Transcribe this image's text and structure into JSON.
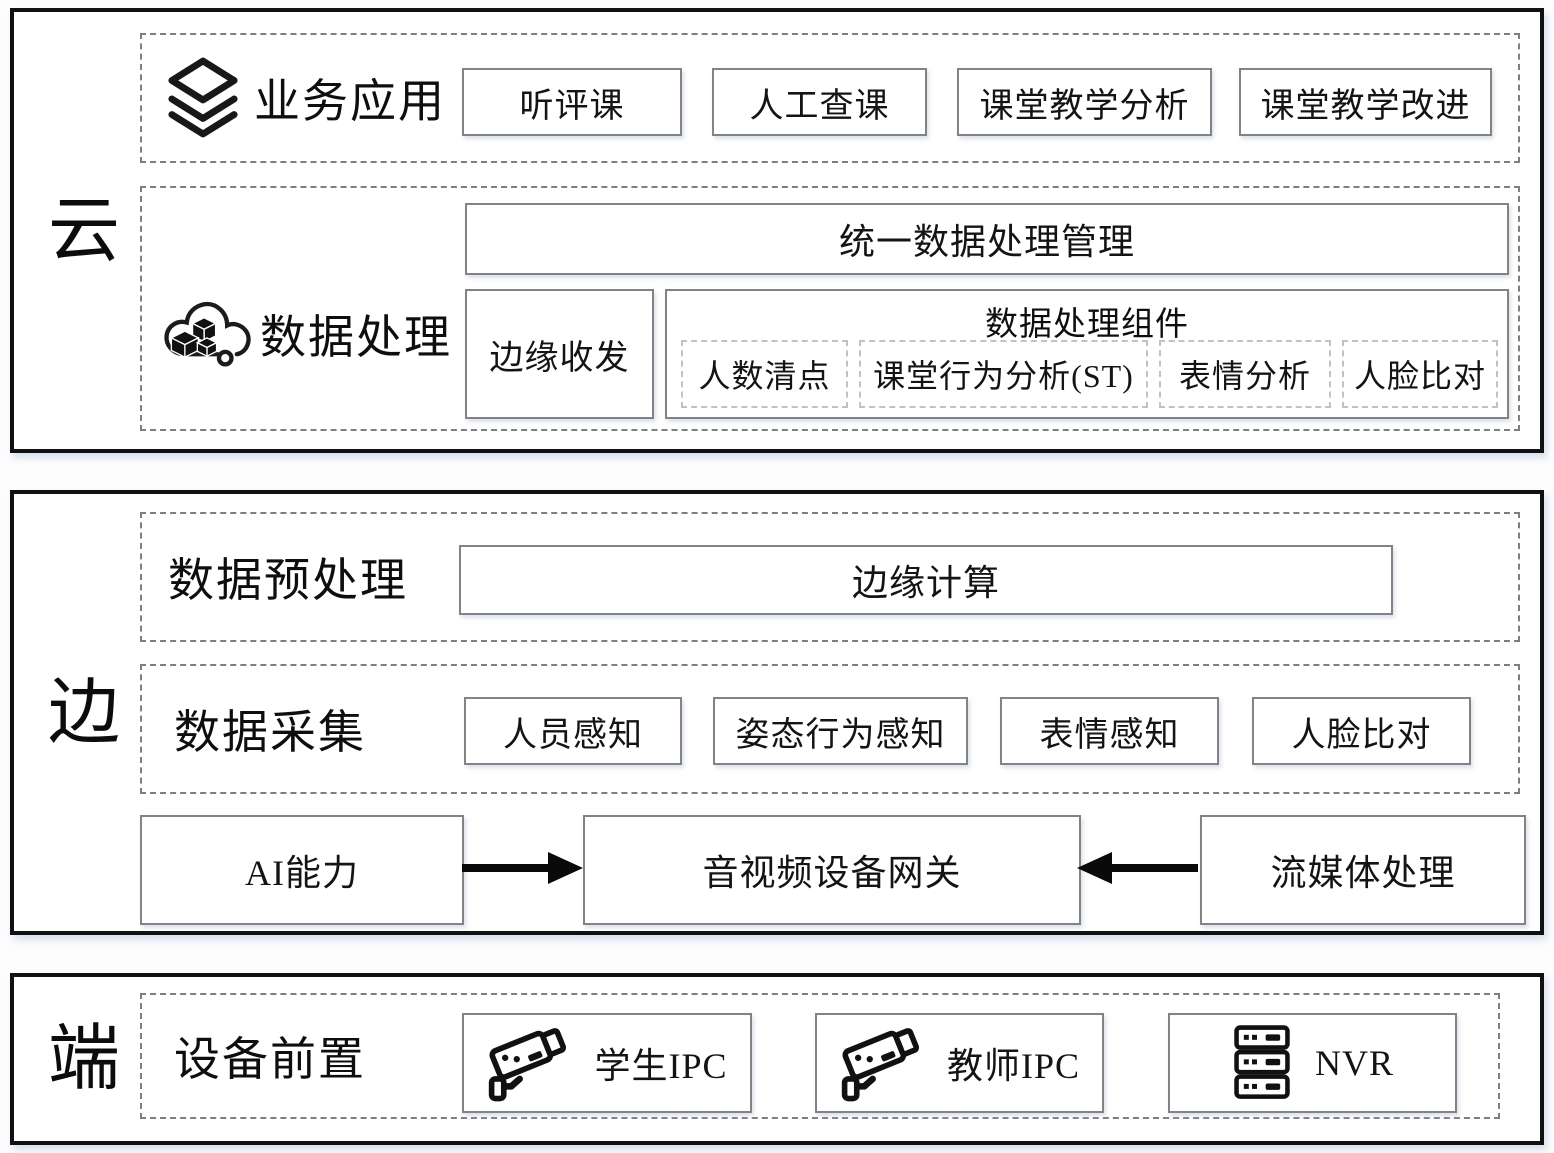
{
  "colors": {
    "outer_border": "#111111",
    "box_border": "#838383",
    "dashed_border": "#7f7f7f",
    "inner_dashed_border": "#c2c2c2",
    "text": "#141414",
    "background": "#ffffff"
  },
  "sections": {
    "cloud": {
      "label": "云",
      "business": {
        "icon": "layers-icon",
        "title": "业务应用",
        "items": [
          "听评课",
          "人工查课",
          "课堂教学分析",
          "课堂教学改进"
        ]
      },
      "processing": {
        "icon": "cloud-modules-icon",
        "title": "数据处理",
        "unified_box": "统一数据处理管理",
        "edge_transceiver_box": "边缘收发",
        "components": {
          "title": "数据处理组件",
          "items": [
            "人数清点",
            "课堂行为分析(ST)",
            "表情分析",
            "人脸比对"
          ]
        }
      }
    },
    "edge": {
      "label": "边",
      "preprocessing": {
        "title": "数据预处理",
        "box": "边缘计算"
      },
      "collection": {
        "title": "数据采集",
        "items": [
          "人员感知",
          "姿态行为感知",
          "表情感知",
          "人脸比对"
        ]
      },
      "gateway_row": {
        "ai_box": "AI能力",
        "gateway_box": "音视频设备网关",
        "streaming_box": "流媒体处理"
      },
      "arrows": [
        {
          "from": "AI能力",
          "to": "音视频设备网关",
          "direction": "right"
        },
        {
          "from": "流媒体处理",
          "to": "音视频设备网关",
          "direction": "left"
        }
      ]
    },
    "terminal": {
      "label": "端",
      "devices": {
        "title": "设备前置",
        "items": [
          {
            "icon": "camera-icon",
            "label": "学生IPC"
          },
          {
            "icon": "camera-icon",
            "label": "教师IPC"
          },
          {
            "icon": "nvr-server-icon",
            "label": "NVR"
          }
        ]
      }
    }
  }
}
